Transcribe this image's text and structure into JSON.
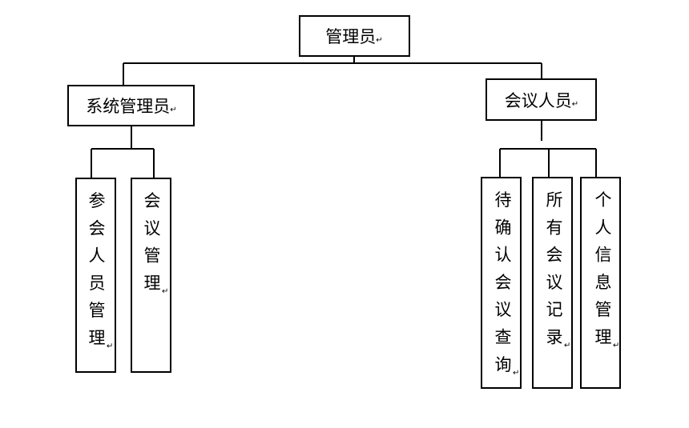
{
  "root": {
    "label": "管理员"
  },
  "branches": [
    {
      "label": "系统管理员",
      "children": [
        {
          "label": "参会人员管理"
        },
        {
          "label": "会议管理"
        }
      ]
    },
    {
      "label": "会议人员",
      "children": [
        {
          "label": "待确认会议查询"
        },
        {
          "label": "所有会议记录"
        },
        {
          "label": "个人信息管理"
        }
      ]
    }
  ],
  "paragraph_mark": "↵"
}
